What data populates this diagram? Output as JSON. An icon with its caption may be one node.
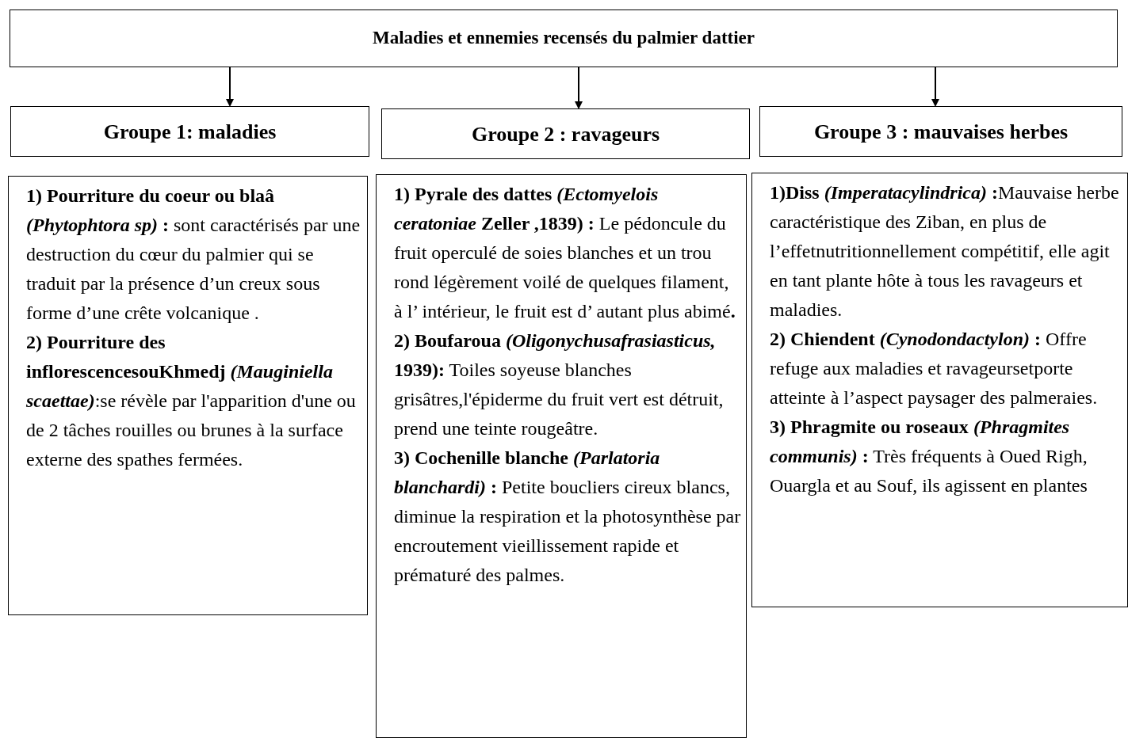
{
  "diagram": {
    "nodes": [
      {
        "text": [
          "Maladies et ennemies recensés du palmier dattier"
        ]
      },
      {
        "text": [
          "Groupe 1: maladies"
        ]
      },
      {
        "text": [
          "Groupe 2 : ravageurs"
        ]
      },
      {
        "text": [
          "Groupe 3 : mauvaises herbes"
        ]
      },
      {
        "text": [
          "**1) Pourriture du coeur ou blaâ** *(Phytophtora sp)* **:** sont caractérisés par une destruction du cœur du palmier qui se traduit par la présence d’un creux sous forme d’une crête volcanique .",
          "**2) Pourriture des inflorescencesouKhmedj** *(Mauginiella scaettae)*:se révèle par l'apparition d'une ou de 2 tâches rouilles ou brunes à la surface externe des spathes fermées."
        ]
      },
      {
        "text": [
          "**1) Pyrale des dattes** *(Ectomyelois ceratoniae* **Zeller ,1839) :** Le pédoncule du fruit operculé de soies blanches et un trou rond légèrement voilé de quelques filament, à l’ intérieur, le fruit est d’ autant plus abimé**.**",
          "**2) Boufaroua** *(Oligonychusafrasiasticus,* **1939):** Toiles soyeuse blanches grisâtres,l'épiderme du fruit vert est détruit, prend une teinte rougeâtre.",
          "**3) Cochenille blanche** *(Parlatoria blanchardi)* **:** Petite boucliers cireux blancs, diminue la respiration et la photosynthèse par encroutement vieillissement rapide et prématuré des palmes."
        ]
      },
      {
        "text": [
          "**1)Diss** *(Imperatacylindrica)* **:**Mauvaise herbe caractéristique des Ziban, en plus de l’effetnutritionnellement compétitif, elle agit en tant plante hôte à tous les ravageurs et maladies.",
          "**2) Chiendent** *(Cynodondactylon)* **:** Offre refuge aux maladies et ravageursetporte atteinte à l’aspect paysager des palmeraies.",
          "**3) Phragmite ou roseaux** *(Phragmites communis)* **:** Très fréquents à Oued Righ, Ouargla et au Souf, ils agissent en plantes"
        ]
      }
    ],
    "edges": [
      {
        "from": 0,
        "to": 1,
        "arrow": "to"
      },
      {
        "from": 0,
        "to": 2,
        "arrow": "to"
      },
      {
        "from": 0,
        "to": 3,
        "arrow": "to"
      }
    ]
  }
}
